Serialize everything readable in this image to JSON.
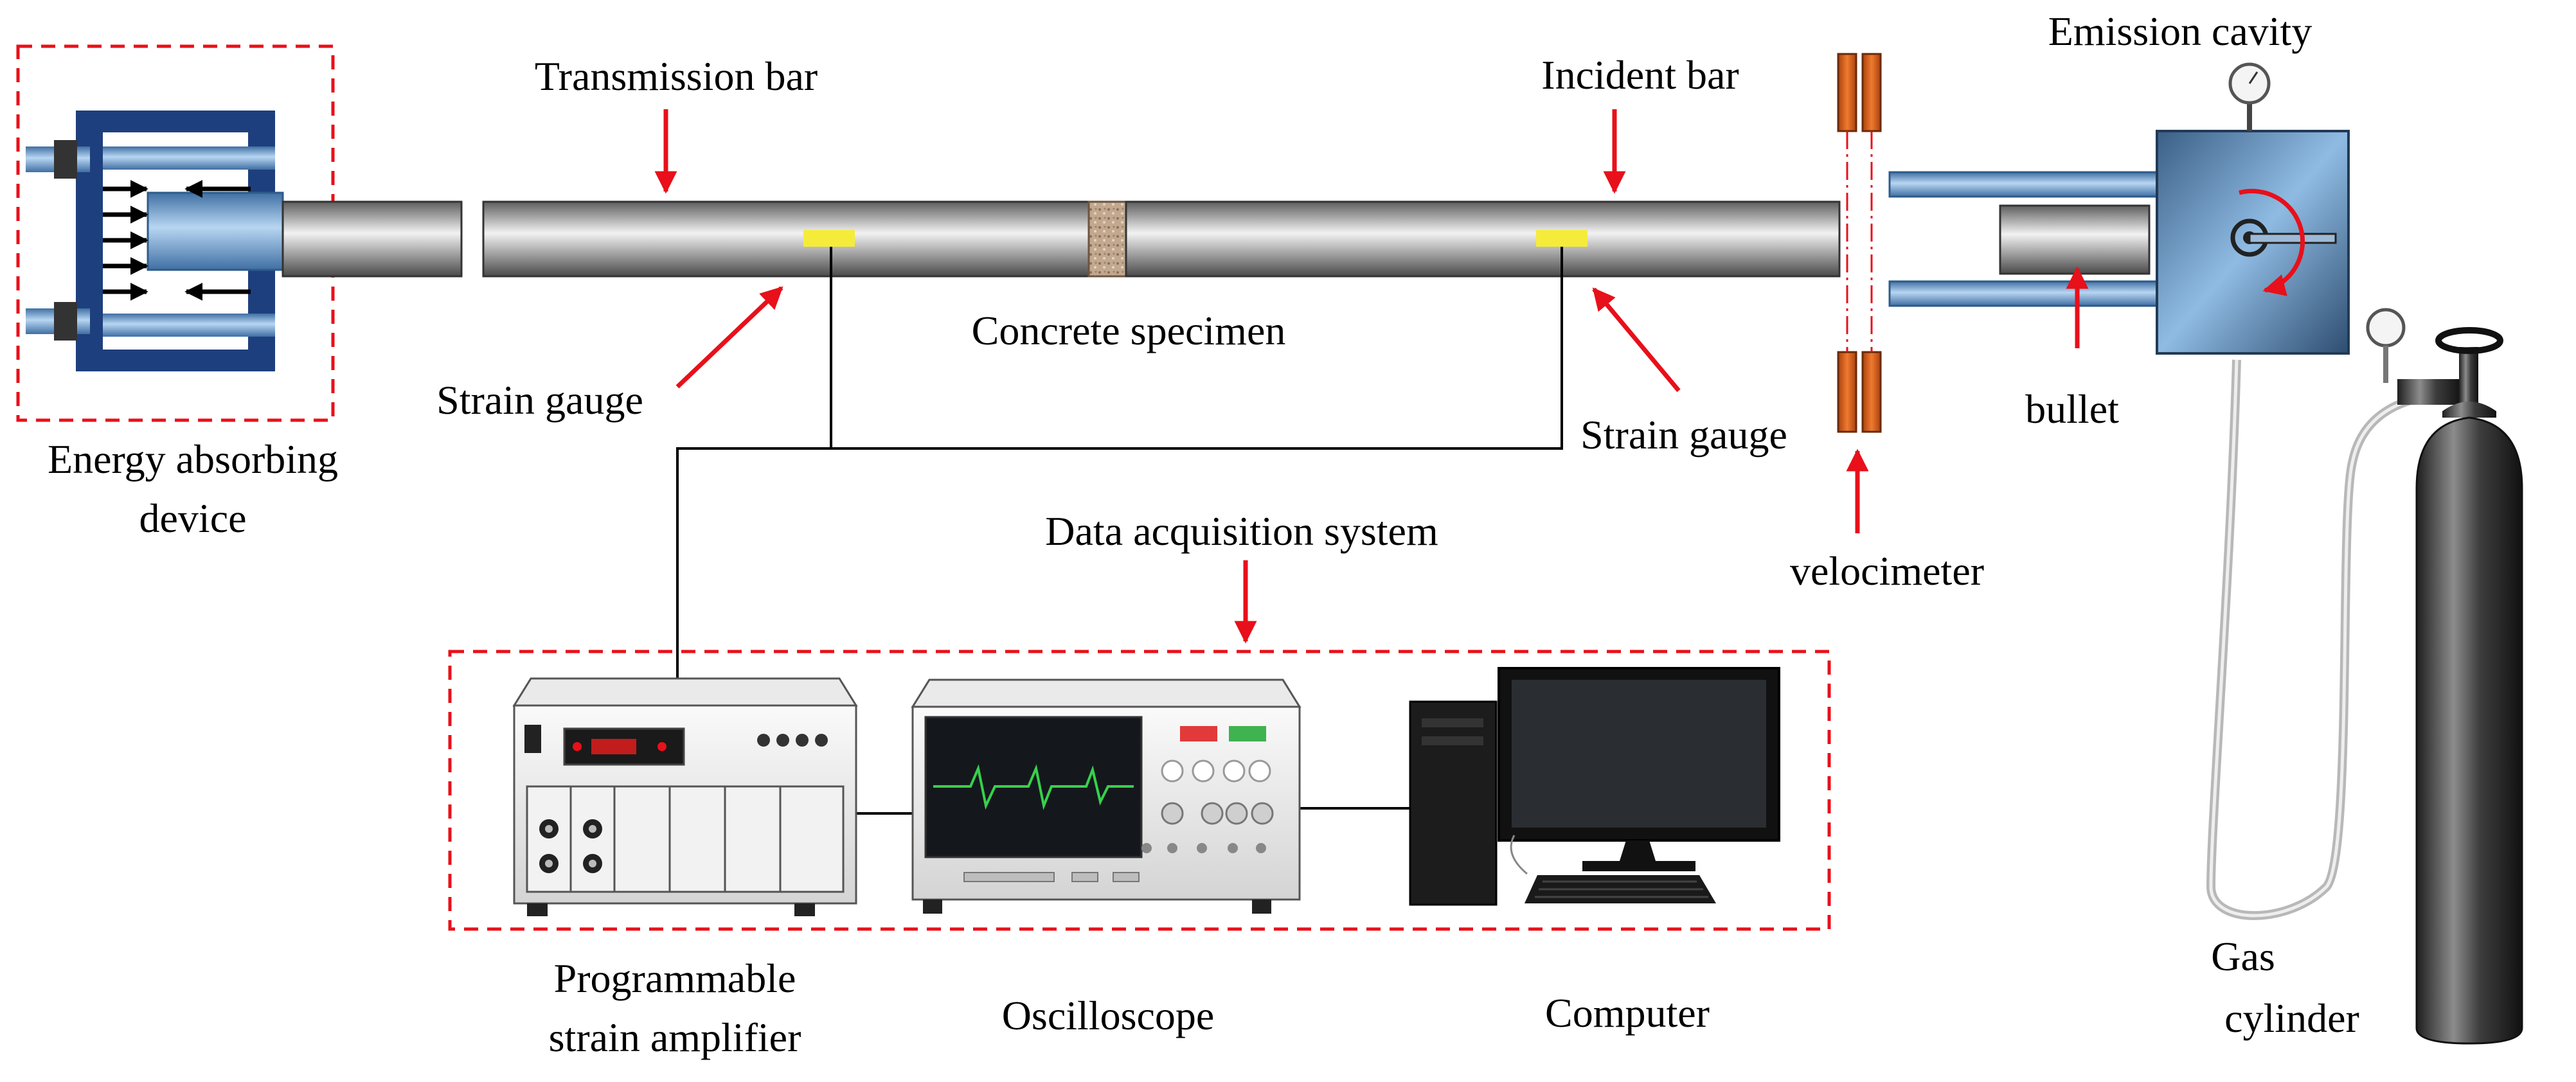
{
  "labels": {
    "transmission_bar": "Transmission bar",
    "incident_bar": "Incident bar",
    "emission_cavity": "Emission cavity",
    "concrete_specimen": "Concrete specimen",
    "strain_gauge_left": "Strain gauge",
    "strain_gauge_right": "Strain gauge",
    "energy_absorbing_line1": "Energy absorbing",
    "energy_absorbing_line2": "device",
    "data_acquisition": "Data acquisition system",
    "velocimeter": "velocimeter",
    "bullet": "bullet",
    "amplifier_line1": "Programmable",
    "amplifier_line2": "strain amplifier",
    "oscilloscope": "Oscilloscope",
    "computer": "Computer",
    "gas_cylinder_line1": "Gas",
    "gas_cylinder_line2": "cylinder"
  },
  "colors": {
    "arrow": "#e8101a",
    "dashed_box": "#e8101a",
    "absorber_frame": "#1e3f7d",
    "cavity_blue": "#6a9fd3",
    "strain_gauge": "#f5ec3a",
    "velocimeter": "#d9601c",
    "specimen": "#b59a80"
  }
}
